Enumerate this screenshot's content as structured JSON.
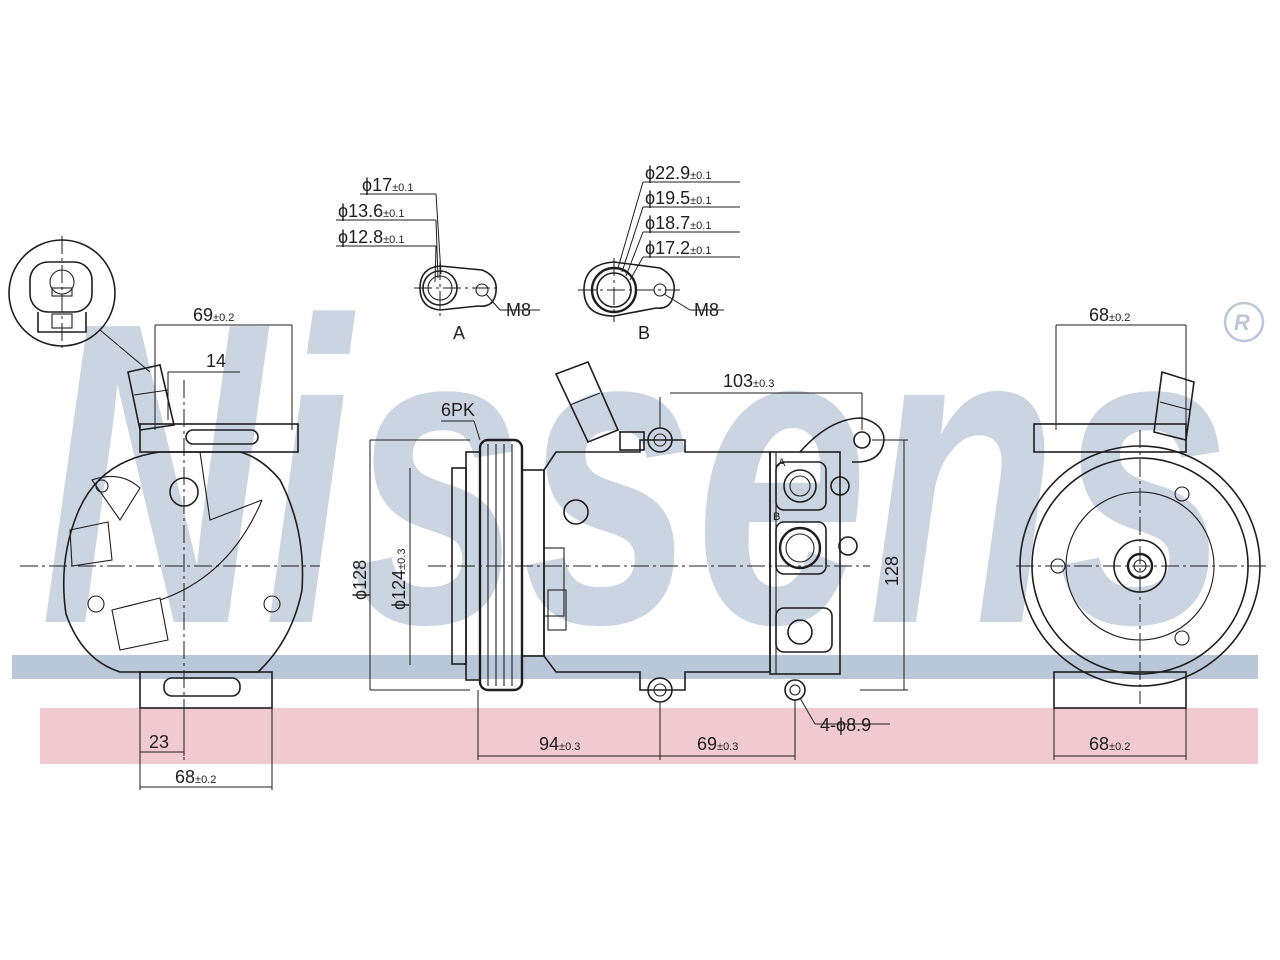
{
  "watermark": {
    "brand": "Nissens",
    "registered_mark": "®",
    "color_blue": "#b9c7d8",
    "color_pink": "#f0c9d1"
  },
  "port_a": {
    "label": "A",
    "thread": "M8",
    "diameters": [
      {
        "value": "ϕ17",
        "tol": "±0.1"
      },
      {
        "value": "ϕ13.6",
        "tol": "±0.1"
      },
      {
        "value": "ϕ12.8",
        "tol": "±0.1"
      }
    ]
  },
  "port_b": {
    "label": "B",
    "thread": "M8",
    "diameters": [
      {
        "value": "ϕ22.9",
        "tol": "±0.1"
      },
      {
        "value": "ϕ19.5",
        "tol": "±0.1"
      },
      {
        "value": "ϕ18.7",
        "tol": "±0.1"
      },
      {
        "value": "ϕ17.2",
        "tol": "±0.1"
      }
    ]
  },
  "left_view": {
    "width_top": {
      "value": "69",
      "tol": "±0.2"
    },
    "offset": "14",
    "base_offset": "23",
    "width_bottom": {
      "value": "68",
      "tol": "±0.2"
    }
  },
  "side_view": {
    "belt": "6PK",
    "outer_dia": "ϕ128",
    "pulley_dia": {
      "value": "ϕ124",
      "tol": "±0.3"
    },
    "top_span": {
      "value": "103",
      "tol": "±0.3"
    },
    "height": "128",
    "bottom_span_1": {
      "value": "94",
      "tol": "±0.3"
    },
    "bottom_span_2": {
      "value": "69",
      "tol": "±0.3"
    },
    "holes": "4-ϕ8.9",
    "port_a_mark": "A",
    "port_b_mark": "B"
  },
  "right_view": {
    "width_top": {
      "value": "68",
      "tol": "±0.2"
    },
    "width_bottom": {
      "value": "68",
      "tol": "±0.2"
    }
  }
}
